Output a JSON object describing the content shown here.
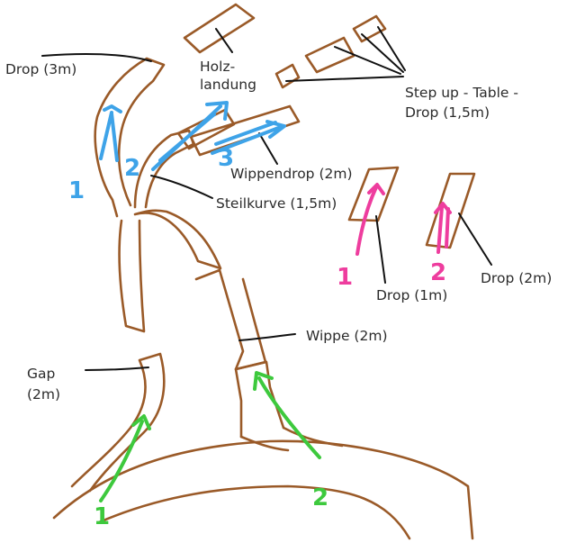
{
  "labels": {
    "drop_3m": "Drop (3m)",
    "holz_1": "Holz-",
    "holz_2": "landung",
    "stepup_1": "Step up - Table -",
    "stepup_2": "Drop (1,5m)",
    "wippendrop": "Wippendrop (2m)",
    "steilkurve": "Steilkurve (1,5m)",
    "drop_1m": "Drop (1m)",
    "drop_2m": "Drop (2m)",
    "wippe": "Wippe (2m)",
    "gap_1": "Gap",
    "gap_2": "(2m)"
  },
  "route_numbers": {
    "blue_1": "1",
    "blue_2": "2",
    "blue_3": "3",
    "pink_1": "1",
    "pink_2": "2",
    "green_1": "1",
    "green_2": "2"
  },
  "colors": {
    "trail": "#9a5a28",
    "pointer": "#111111",
    "blue": "#3ea3e8",
    "pink": "#ee3d9e",
    "green": "#3dc93d",
    "text": "#2b2b2b"
  }
}
